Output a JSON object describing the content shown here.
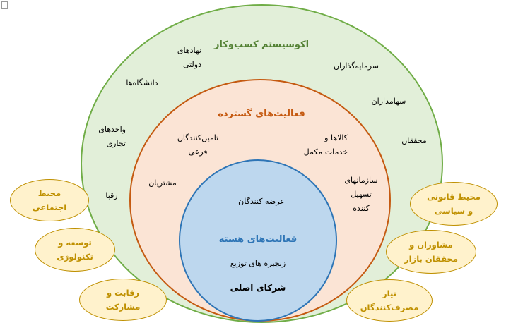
{
  "ecosystem": {
    "title": "اکوسیستم کسب‌وکار",
    "items": {
      "government": [
        "نهادهای",
        "دولتی"
      ],
      "universities": "دانشگاه‌ها",
      "business_units": [
        "واحدهای",
        "تجاری"
      ],
      "competitors": "رقبا",
      "investors": "سرمایه‌گذاران",
      "shareholders": "سهامداران",
      "researchers": "محققان"
    }
  },
  "extended": {
    "title": "فعالیت‌های گسترده",
    "items": {
      "sub_suppliers": [
        "تامین‌کنندگان",
        "فرعی"
      ],
      "complementary": [
        "کالاها و",
        "خدمات مکمل"
      ],
      "customers": "مشتریان",
      "facilitators": [
        "سازمانهای",
        "تسهیل",
        "کننده"
      ]
    }
  },
  "core": {
    "title": "فعالیت‌های هسته",
    "items": {
      "suppliers": "عرضه کنندگان",
      "distribution": "زنجیره های توزیع",
      "partners": "شرکای اصلی"
    }
  },
  "outer": {
    "social": [
      "محیط",
      "اجتماعی"
    ],
    "technology": [
      "توسعه و",
      "تکنولوژی"
    ],
    "competition": [
      "رقابت و",
      "مشارکت"
    ],
    "legal": [
      "محیط قانونی",
      "و سیاسی"
    ],
    "consultants": [
      "مشاوران و",
      "محققان بازار"
    ],
    "needs": [
      "نیاز",
      "مصرف‌کنندگان"
    ]
  }
}
